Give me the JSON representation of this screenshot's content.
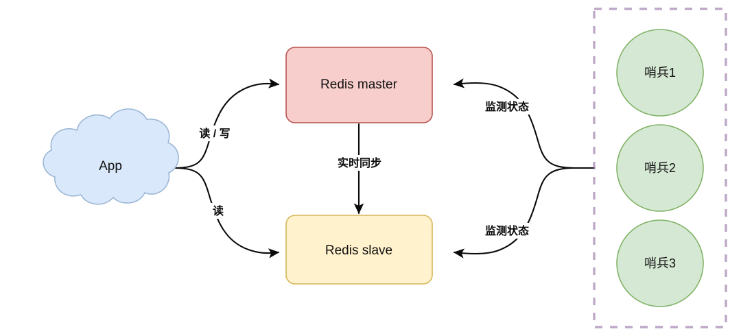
{
  "diagram": {
    "title": "Redis master-slave with Sentinel monitoring",
    "background": "#ffffff",
    "nodes": {
      "app": {
        "label": "App",
        "shape": "cloud",
        "fill": "#dae8fc",
        "stroke": "#9bb7d4"
      },
      "master": {
        "label": "Redis master",
        "shape": "rounded-rect",
        "fill": "#f8cecc",
        "stroke": "#b85450"
      },
      "slave": {
        "label": "Redis slave",
        "shape": "rounded-rect",
        "fill": "#fff2cc",
        "stroke": "#d6b656"
      },
      "sentinel_group": {
        "shape": "dashed-rect",
        "fill": "none",
        "stroke": "#9673a6"
      },
      "sentinels": [
        {
          "label": "哨兵1",
          "shape": "circle",
          "fill": "#d5e8d4",
          "stroke": "#82b366"
        },
        {
          "label": "哨兵2",
          "shape": "circle",
          "fill": "#d5e8d4",
          "stroke": "#82b366"
        },
        {
          "label": "哨兵3",
          "shape": "circle",
          "fill": "#d5e8d4",
          "stroke": "#82b366"
        }
      ]
    },
    "edges": [
      {
        "id": "app-to-master",
        "from": "app",
        "to": "master",
        "label": "读 / 写",
        "arrow": "to"
      },
      {
        "id": "app-to-slave",
        "from": "app",
        "to": "slave",
        "label": "读",
        "arrow": "to"
      },
      {
        "id": "master-to-slave",
        "from": "master",
        "to": "slave",
        "label": "实时同步",
        "arrow": "to"
      },
      {
        "id": "sentinel-to-master",
        "from": "sentinel_group",
        "to": "master",
        "label": "监测状态",
        "arrow": "to"
      },
      {
        "id": "sentinel-to-slave",
        "from": "sentinel_group",
        "to": "slave",
        "label": "监测状态",
        "arrow": "to"
      }
    ]
  }
}
